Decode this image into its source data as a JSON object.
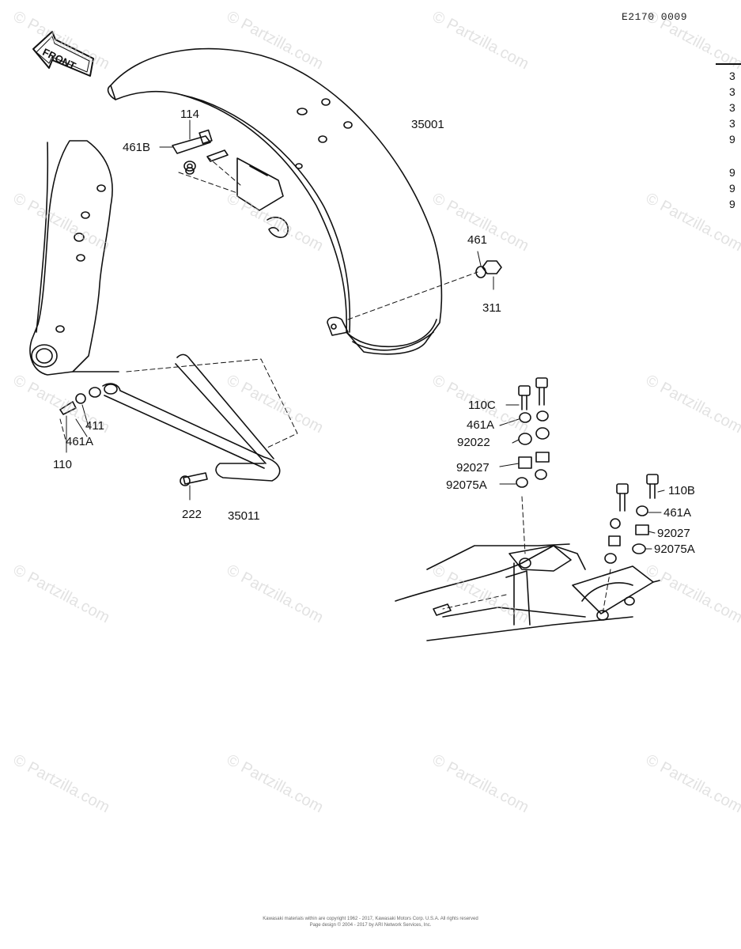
{
  "reference_code": "E2170 0009",
  "front_arrow_label": "FRONT",
  "watermark_text": "© Partzilla.com",
  "part_labels": [
    {
      "id": "114",
      "text": "114"
    },
    {
      "id": "461b",
      "text": "461B"
    },
    {
      "id": "35001",
      "text": "35001"
    },
    {
      "id": "461",
      "text": "461"
    },
    {
      "id": "311",
      "text": "311"
    },
    {
      "id": "411",
      "text": "411"
    },
    {
      "id": "461a-left",
      "text": "461A"
    },
    {
      "id": "110",
      "text": "110"
    },
    {
      "id": "222",
      "text": "222"
    },
    {
      "id": "35011",
      "text": "35011"
    },
    {
      "id": "110c",
      "text": "110C"
    },
    {
      "id": "461a-center",
      "text": "461A"
    },
    {
      "id": "92022",
      "text": "92022"
    },
    {
      "id": "92027-center",
      "text": "92027"
    },
    {
      "id": "92075a-center",
      "text": "92075A"
    },
    {
      "id": "110b",
      "text": "110B"
    },
    {
      "id": "461a-right",
      "text": "461A"
    },
    {
      "id": "92027-right",
      "text": "92027"
    },
    {
      "id": "92075a-right",
      "text": "92075A"
    }
  ],
  "right_column_chars": [
    "3",
    "3",
    "3",
    "3",
    "9",
    "9",
    "9",
    "9"
  ],
  "copyright_lines": [
    "Kawasaki materials within are copyright 1962 - 2017, Kawasaki Motors Corp. U.S.A. All rights reserved",
    "Page design © 2004 - 2017 by ARI Network Services, Inc."
  ]
}
